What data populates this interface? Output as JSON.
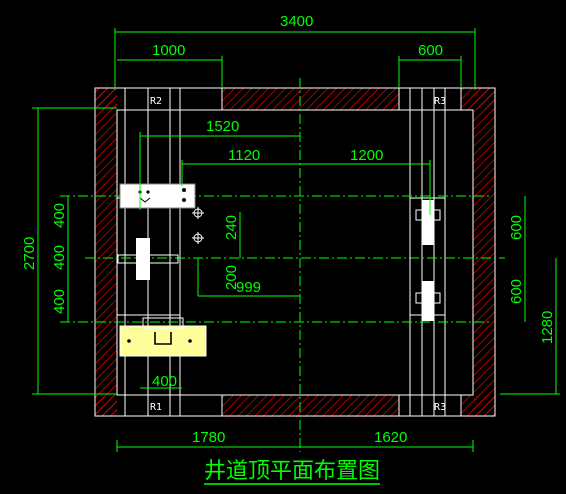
{
  "title": "井道顶平面布置图",
  "colors": {
    "background": "#000000",
    "dimension": "#00ff00",
    "structure": "#ffffff",
    "hatch": "#ff0000",
    "centerline": "#00ff00",
    "car_panel": "#ffff99"
  },
  "dimensions": {
    "overall_width": "3400",
    "left_rail_offset": "1000",
    "right_rail_offset": "600",
    "to_centerline": "1520",
    "inner_left": "1120",
    "inner_right": "1200",
    "hook_spacing": "240",
    "hook_small": "200",
    "hook_offset": "999",
    "bottom_left": "1780",
    "bottom_right": "1620",
    "depth": "2700",
    "left_top": "400",
    "left_mid": "400",
    "left_bottom": "400",
    "right_top": "600",
    "right_bottom": "600",
    "right_outer": "1280",
    "bottom_rail": "400"
  },
  "rail_labels": {
    "top_left": "R2",
    "top_right": "R3",
    "bottom_left": "R1",
    "bottom_right": "R3"
  },
  "icons": {
    "hook": "lifting-hook-icon",
    "bracket": "rail-bracket-icon"
  }
}
